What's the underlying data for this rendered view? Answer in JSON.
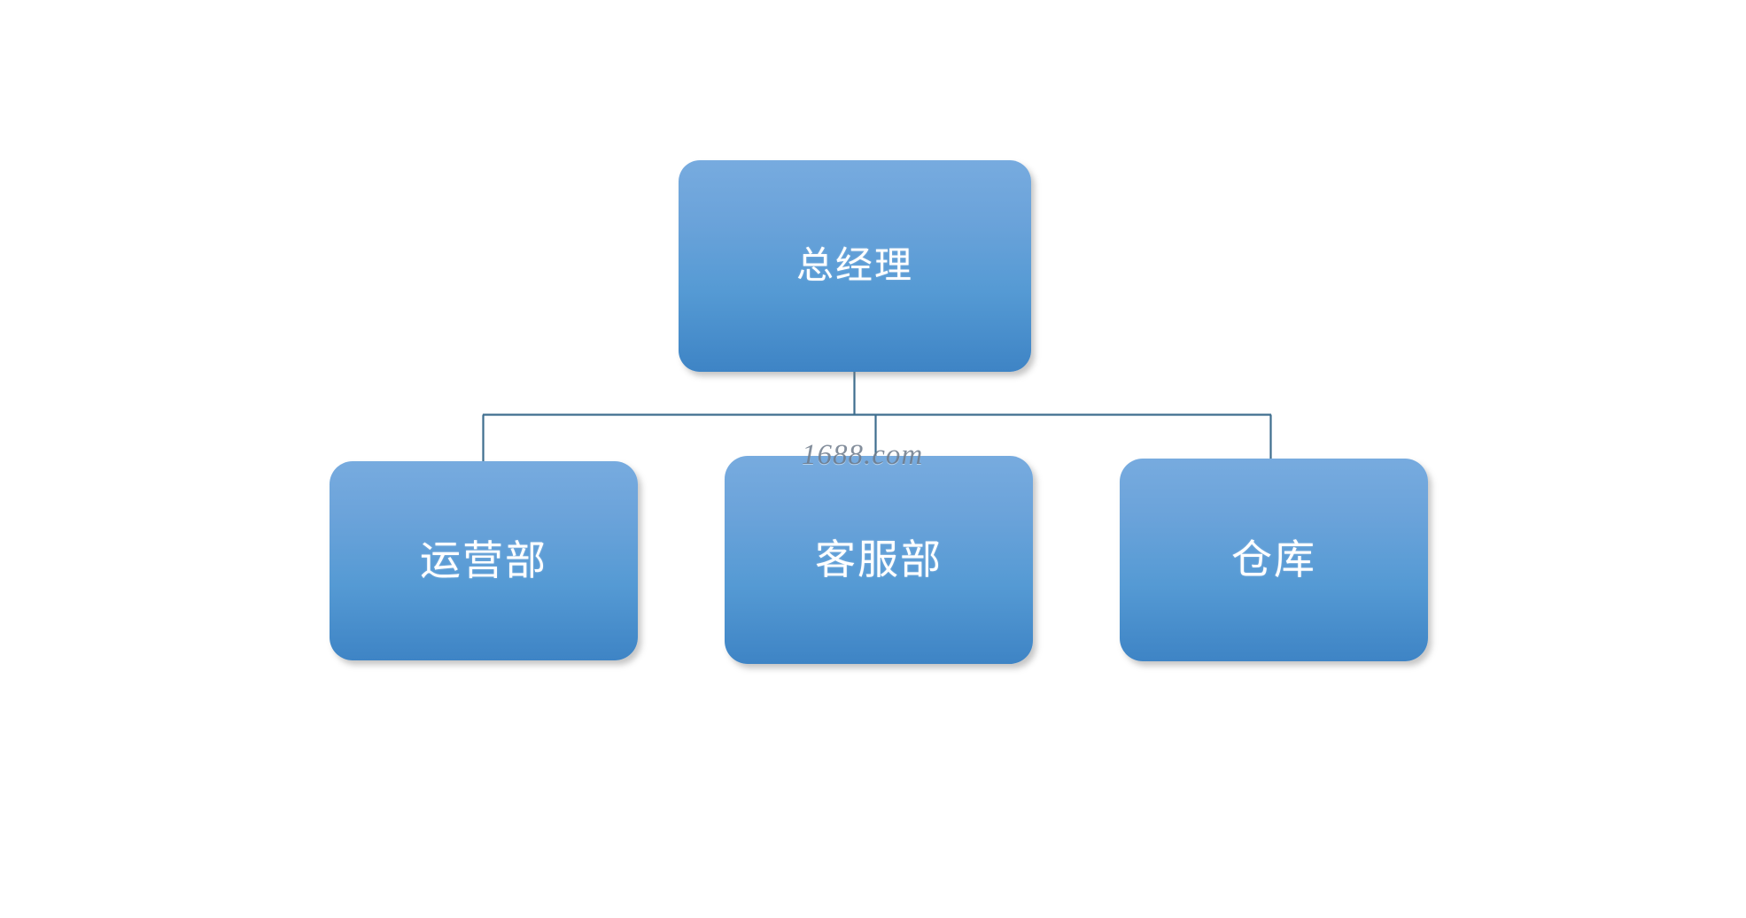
{
  "page": {
    "background_color": "#ffffff",
    "kind": "organization-chart"
  },
  "chart": {
    "accent_color": "#5B9BD5",
    "gradient_top": "#77ABDF",
    "gradient_bottom": "#3E84C5",
    "connector_color": "#3E6E8E",
    "label_color": "#ffffff",
    "root": {
      "label": "总经理"
    },
    "children": [
      {
        "label": "运营部"
      },
      {
        "label": "客服部"
      },
      {
        "label": "仓库"
      }
    ]
  },
  "watermark": {
    "text": "1688.com",
    "color": "#6F7C8C"
  }
}
